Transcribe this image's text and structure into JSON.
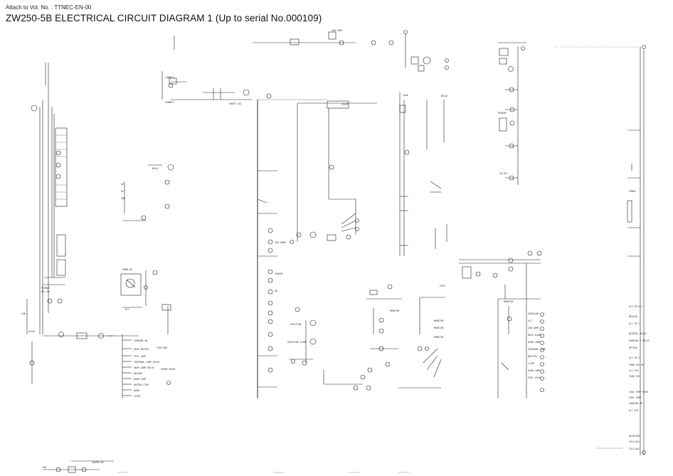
{
  "header": {
    "attach_note": "Attach to Vol. No. : TTNEC-EN-00",
    "title": "ZW250-5B ELECTRICAL CIRCUIT DIAGRAM 1 (Up to serial No.000109)"
  },
  "colors": {
    "background": "#ffffff",
    "line": "#222222",
    "text": "#111111"
  },
  "diagram": {
    "type": "electrical-wiring-schematic",
    "component_icons": [
      "connector-circle-icon",
      "relay-box-icon",
      "resistor-icon",
      "ground-icon"
    ]
  }
}
